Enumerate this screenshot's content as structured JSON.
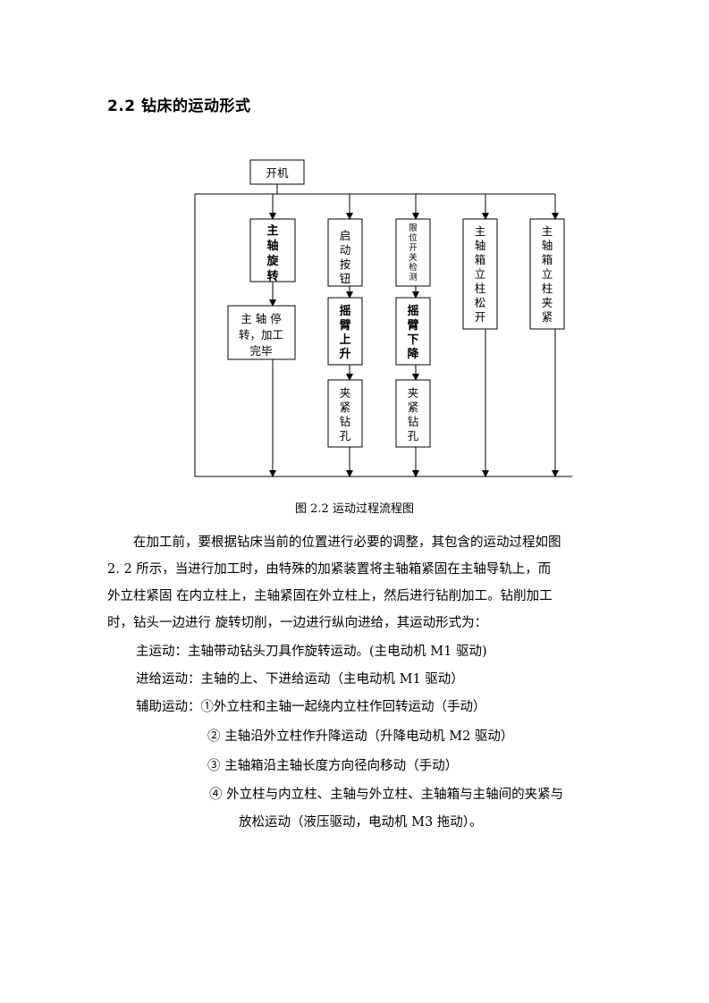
{
  "heading": "2.2  钻床的运动形式",
  "flowchart": {
    "start": "开机",
    "columns": [
      {
        "top_lines": [
          "主",
          "轴",
          "旋",
          "转"
        ],
        "top_style": "bold",
        "bottom_lines": [
          "主 轴 停",
          "转，加工",
          "完毕"
        ]
      },
      {
        "top_lines": [
          "启",
          "动",
          "按",
          "钮"
        ],
        "top_style": "normal",
        "mid_lines": [
          "摇",
          "臂",
          "上",
          "升"
        ],
        "bottom_lines": [
          "夹",
          "紧",
          "钻",
          "孔"
        ]
      },
      {
        "top_lines": [
          "限",
          "位",
          "开",
          "关",
          "检",
          "测"
        ],
        "top_style": "small",
        "mid_lines": [
          "摇",
          "臂",
          "下",
          "降"
        ],
        "bottom_lines": [
          "夹",
          "紧",
          "钻",
          "孔"
        ]
      },
      {
        "top_lines": [
          "主",
          "轴",
          "箱",
          "立",
          "柱",
          "松",
          "开"
        ],
        "top_style": "normal"
      },
      {
        "top_lines": [
          "主",
          "轴",
          "箱",
          "立",
          "柱",
          "夹",
          "紧"
        ],
        "top_style": "normal"
      }
    ]
  },
  "caption": "图 2.2  运动过程流程图",
  "paragraph_lines": [
    "　　在加工前，要根据钻床当前的位置进行必要的调整，其包含的运动过程如图",
    "2. 2 所示，当进行加工时，由特殊的加紧装置将主轴箱紧固在主轴导轨上，而",
    "外立柱紧固 在内立柱上，主轴紧固在外立柱上，然后进行钻削加工。钻削加工",
    "时，钻头一边进行 旋转切削，一边进行纵向进给，其运动形式为："
  ],
  "motions": [
    "主运动：主轴带动钻头刀具作旋转运动。(主电动机 M1 驱动)",
    "进给运动：主轴的上、下进给运动（主电动机 M1 驱动）",
    "辅助运动：①外立柱和主轴一起绕内立柱作回转运动（手动）"
  ],
  "sub_items": [
    "②  主轴沿外立柱作升降运动（升降电动机 M2 驱动）",
    "③  主轴箱沿主轴长度方向径向移动（手动）",
    "④  外立柱与内立柱、主轴与外立柱、主轴箱与主轴间的夹紧与",
    "放松运动（液压驱动，电动机 M3 拖动）。"
  ]
}
